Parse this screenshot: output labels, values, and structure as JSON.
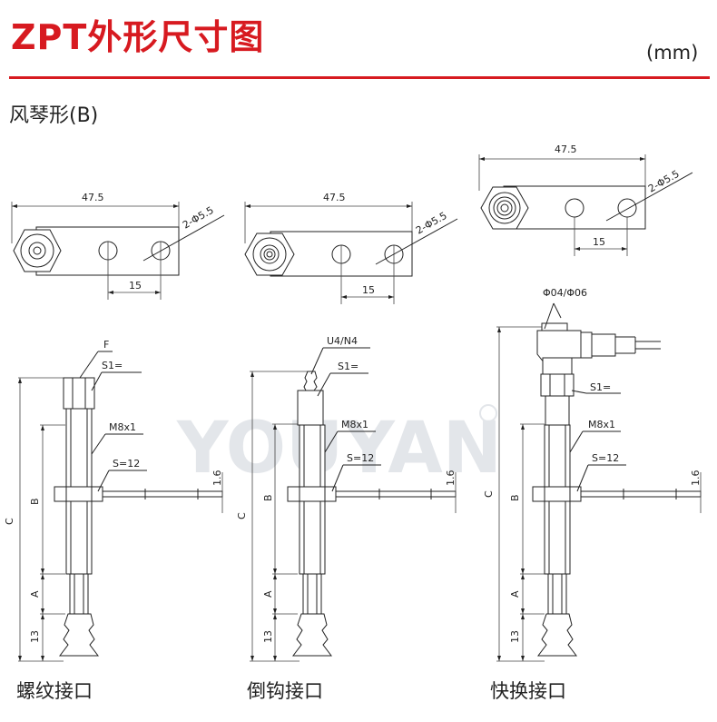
{
  "header": {
    "title": "ZPT外形尺寸图",
    "unit": "(mm)",
    "subtitle": "风琴形(B)",
    "accent_color": "#d71a20"
  },
  "watermark": "YOUYAN",
  "top_views": {
    "width_dim": "47.5",
    "hole_dim": "2-Φ5.5",
    "pitch_dim": "15"
  },
  "side_views": {
    "dim_a": "A",
    "dim_b": "B",
    "dim_c": "C",
    "dim_13": "13",
    "dim_thickness": "1.6",
    "thread": "M8x1",
    "nut": "S=12",
    "hex": "S1=",
    "f_label": "F",
    "barb_label": "U4/N4",
    "fitting_label": "Φ04/Φ06"
  },
  "captions": {
    "thread": "螺纹接口",
    "barb": "倒钩接口",
    "quick": "快换接口"
  }
}
